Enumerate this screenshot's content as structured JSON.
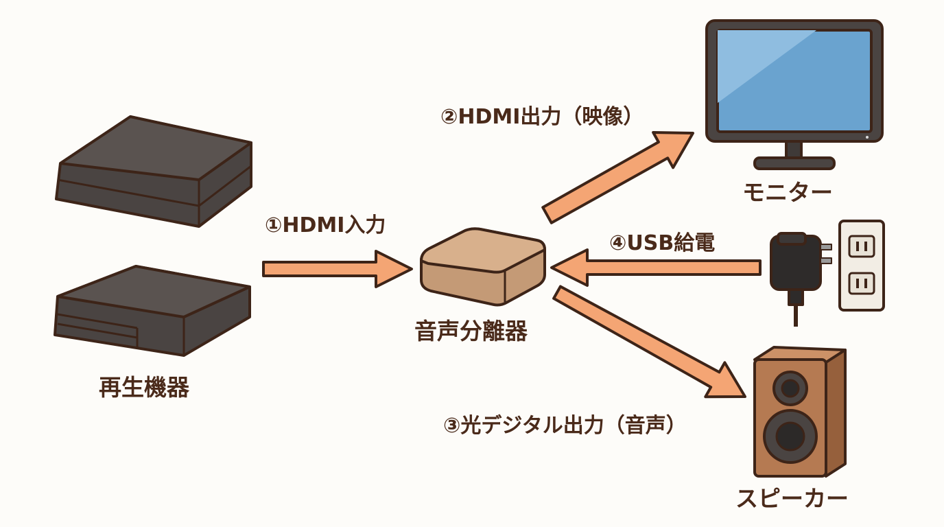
{
  "devices": {
    "player": "再生機器",
    "separator": "音声分離器",
    "monitor": "モニター",
    "speaker": "スピーカー"
  },
  "connections": {
    "hdmi_in": "①HDMI入力",
    "hdmi_out": "②HDMI出力（映像）",
    "optical_out": "③光デジタル出力（音声）",
    "usb_power": "④USB給電"
  },
  "colors": {
    "arrow": "#f4a574",
    "outline": "#3d2418",
    "text": "#4a2a1a",
    "device_dark": "#4a4442",
    "separator_box": "#c49a76",
    "screen": "#6aa3cf",
    "speaker_wood": "#b57a52"
  }
}
